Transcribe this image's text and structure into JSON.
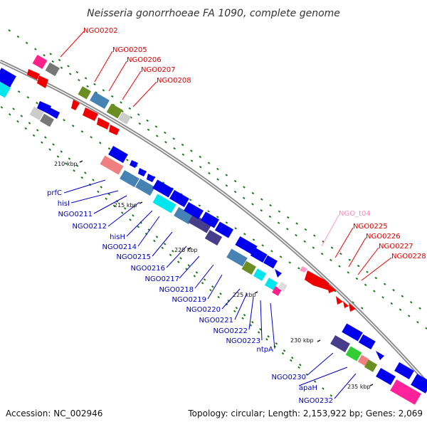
{
  "title": "Neisseria gonorrhoeae FA 1090, complete genome",
  "footer": {
    "accession": "Accession: NC_002946",
    "topology": "Topology: circular; Length: 2,153,922 bp; Genes: 2,069"
  },
  "colors": {
    "forward_label": "#dd0000",
    "reverse_label": "#0000cc",
    "trna_label": "#ff88bb",
    "backbone": "#888888",
    "ticks": "#1a7a1a"
  },
  "ticks": [
    "210 kbp",
    "215 kbp",
    "220 kbp",
    "225 kbp",
    "230 kbp",
    "235 kbp"
  ],
  "forward_labels": [
    "NGO0202",
    "NGO0205",
    "NGO0206",
    "NGO0207",
    "NGO0208",
    "NGO0225",
    "NGO0226",
    "NGO0227",
    "NGO0228"
  ],
  "trna_labels": [
    "NGO_t04"
  ],
  "reverse_labels": [
    "prfC",
    "hisI",
    "NGO0211",
    "NGO0212",
    "hisH",
    "NGO0214",
    "NGO0215",
    "NGO0216",
    "NGO0217",
    "NGO0218",
    "NGO0219",
    "NGO0220",
    "NGO0221",
    "NGO0222",
    "NGO0223",
    "ntpA",
    "NGO0230",
    "apaH",
    "NGO0232"
  ]
}
